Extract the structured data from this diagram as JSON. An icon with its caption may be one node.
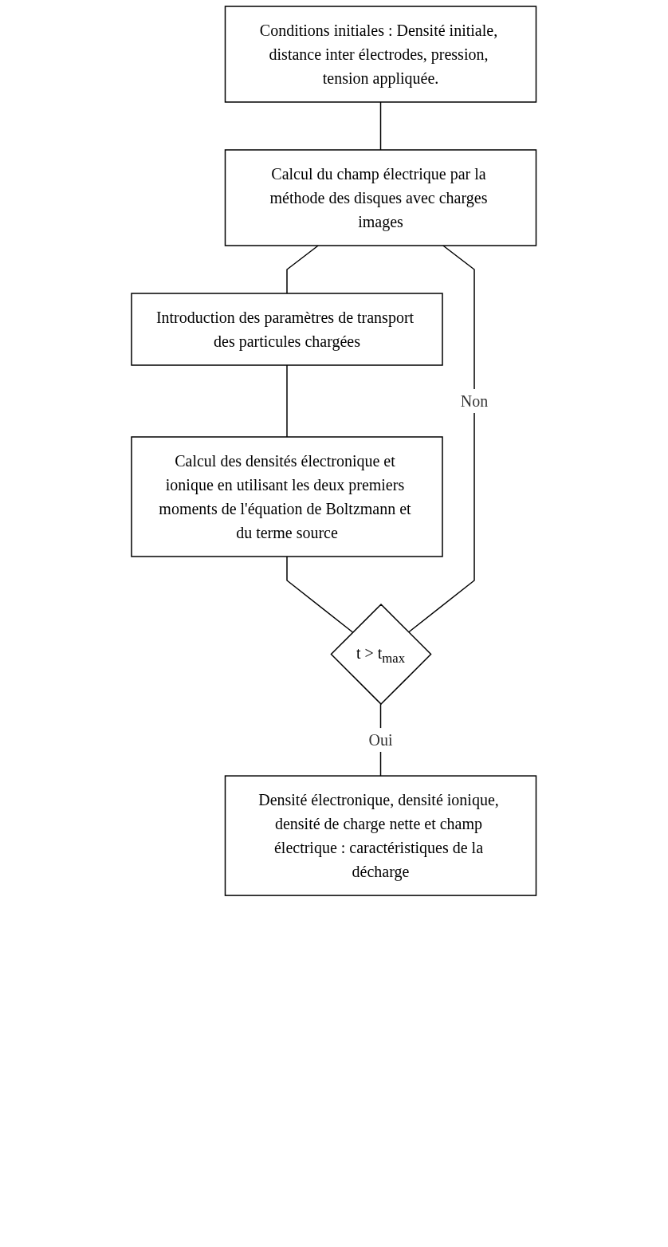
{
  "diagram": {
    "nodes": [
      {
        "text": [
          "Conditions initiales : Densité initiale, distance inter électrodes, pression, tension appliquée."
        ]
      },
      {
        "text": [
          "Calcul du champ électrique par la méthode des disques avec charges images"
        ]
      },
      {
        "text": [
          "Introduction des paramètres de transport des particules chargées"
        ]
      },
      {
        "text": [
          "Calcul des densités électronique et ionique en utilisant les deux premiers moments de l'équation de Boltzmann et du terme source"
        ]
      },
      {
        "text": [
          "t > t$_{max}$"
        ]
      },
      {
        "text": [
          "Densité électronique, densité ionique, densité de charge nette et champ électrique : caractéristiques de la décharge"
        ]
      }
    ],
    "edges": [
      {
        "from": 0,
        "to": 1,
        "arrow": "none"
      },
      {
        "from": 1,
        "to": 2,
        "arrow": "none"
      },
      {
        "from": 2,
        "to": 3,
        "arrow": "none"
      },
      {
        "from": 3,
        "to": 4,
        "arrow": "none"
      },
      {
        "from": 4,
        "to": 1,
        "label": "Non",
        "arrow": "none"
      },
      {
        "from": 4,
        "to": 5,
        "label": "Oui",
        "arrow": "none"
      }
    ]
  }
}
